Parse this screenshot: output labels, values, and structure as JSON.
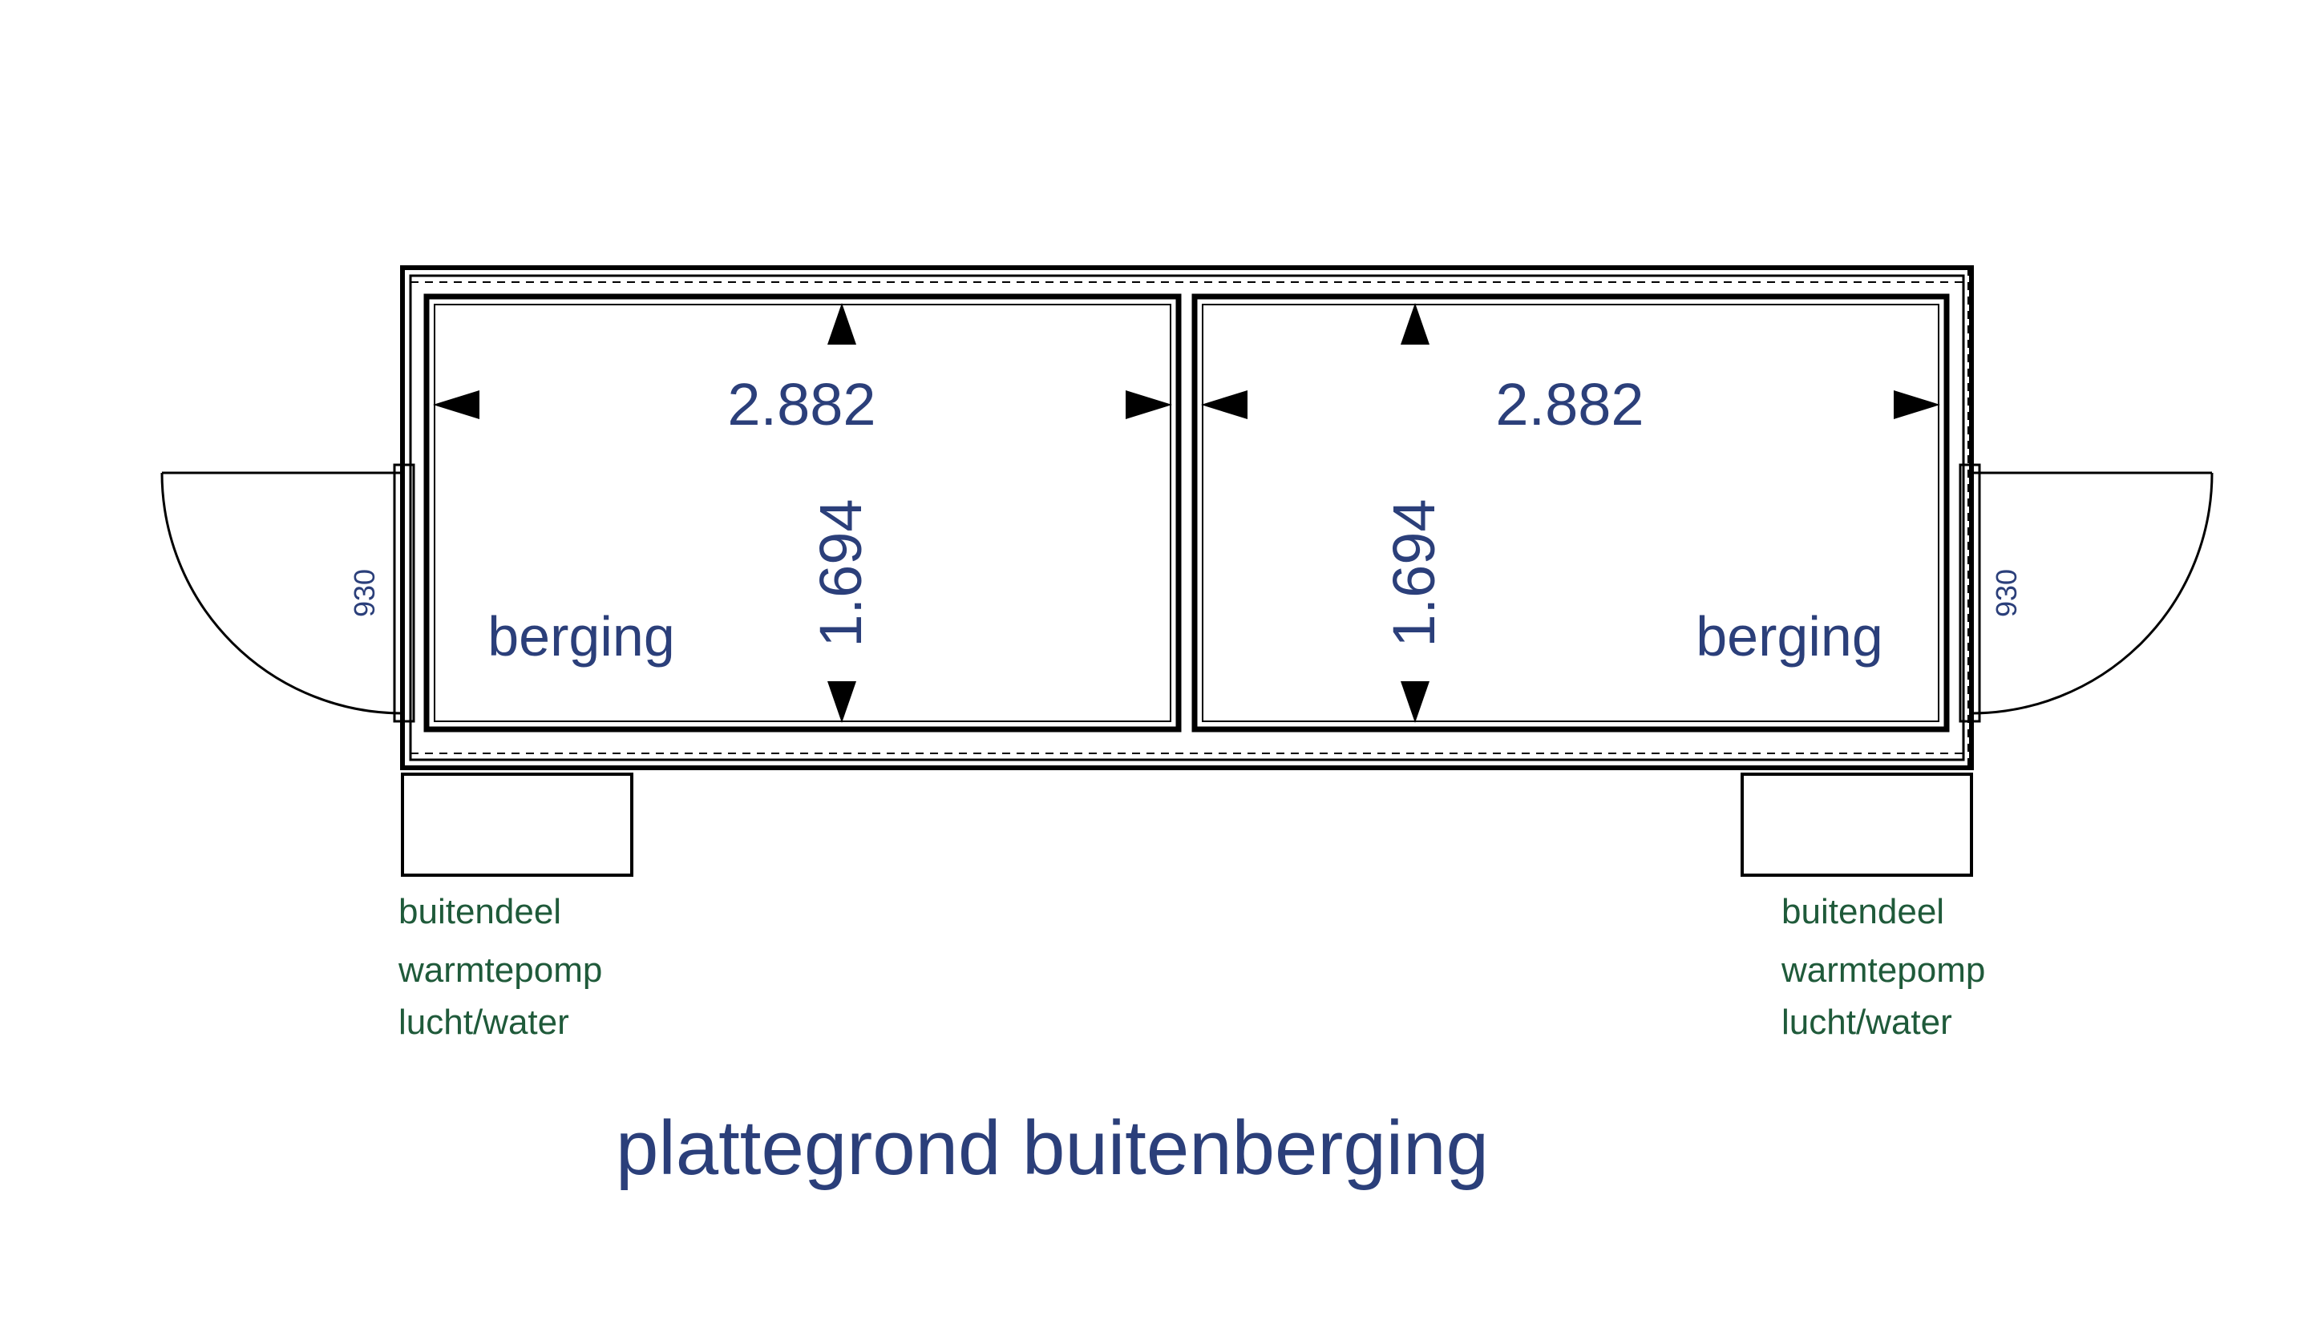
{
  "rooms": [
    {
      "label": "berging",
      "width": "2.882",
      "depth": "1.694",
      "door": "930"
    },
    {
      "label": "berging",
      "width": "2.882",
      "depth": "1.694",
      "door": "930"
    }
  ],
  "outdoor_units": [
    {
      "line1": "buitendeel",
      "line2": "warmtepomp",
      "line3": "lucht/water"
    },
    {
      "line1": "buitendeel",
      "line2": "warmtepomp",
      "line3": "lucht/water"
    }
  ],
  "title": "plattegrond buitenberging",
  "colors": {
    "lines": "#000000",
    "dimension_text": "#2b3f7a",
    "note_text": "#1f5a3a"
  }
}
